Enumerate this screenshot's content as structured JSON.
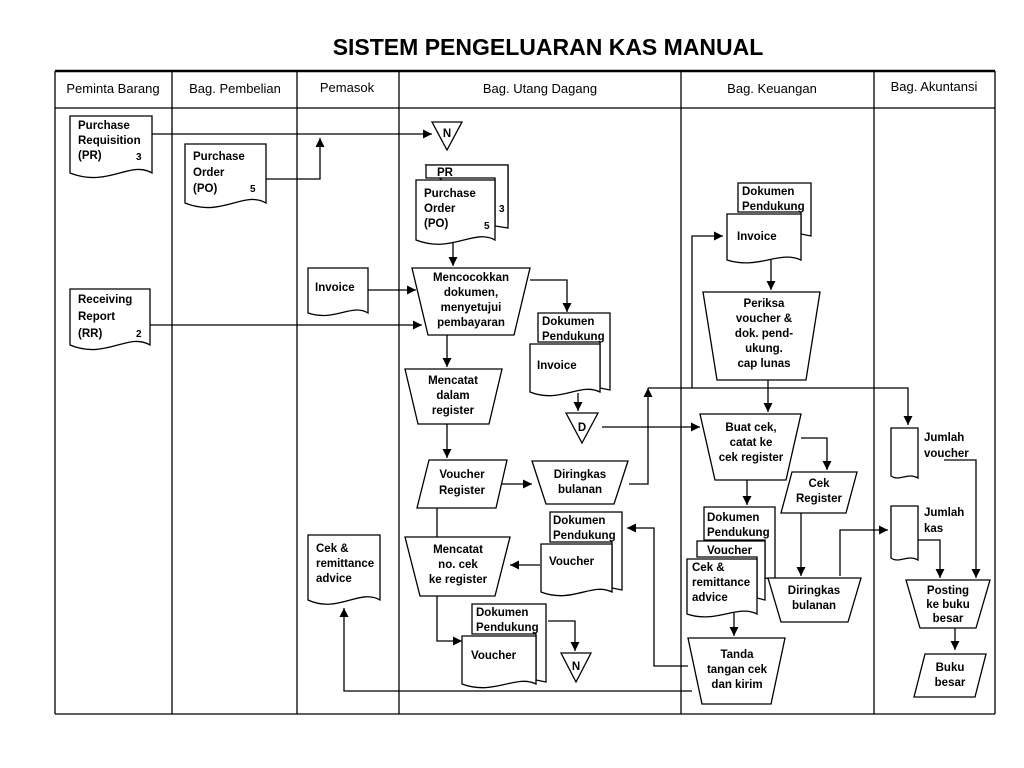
{
  "title": "SISTEM PENGELUARAN KAS MANUAL",
  "columns": [
    "Peminta Barang",
    "Bag. Pembelian",
    "Pemasok",
    "Bag. Utang Dagang",
    "Bag. Keuangan",
    "Bag. Akuntansi"
  ],
  "pr": {
    "lines": [
      "Purchase",
      "Requisition",
      "(PR)"
    ],
    "copy": "3"
  },
  "po_pembelian": {
    "lines": [
      "Purchase",
      "Order",
      "(PO)"
    ],
    "copy": "5"
  },
  "rr": {
    "lines": [
      "Receiving",
      "Report",
      "(RR)"
    ],
    "copy": "2"
  },
  "invoice_pemasok": "Invoice",
  "cek_pemasok": [
    "Cek &",
    "remittance",
    "advice"
  ],
  "file_n": "N",
  "file_d": "D",
  "pr_back": "PR",
  "po_ud": {
    "lines": [
      "Purchase",
      "Order",
      "(PO)"
    ],
    "copy_back": "3",
    "copy_front": "5"
  },
  "mencocokkan": [
    "Mencocokkan",
    "dokumen,",
    "menyetujui",
    "pembayaran"
  ],
  "mencatat_register": [
    "Mencatat",
    "dalam",
    "register"
  ],
  "voucher_register": [
    "Voucher",
    "Register"
  ],
  "diringkas_ud": [
    "Diringkas",
    "bulanan"
  ],
  "mencatat_cek": [
    "Mencatat",
    "no. cek",
    "ke register"
  ],
  "dok_pendukung": [
    "Dokumen",
    "Pendukung"
  ],
  "invoice": "Invoice",
  "voucher": "Voucher",
  "periksa": [
    "Periksa",
    "voucher &",
    "dok. pend-",
    "ukung.",
    "cap lunas"
  ],
  "buat_cek": [
    "Buat cek,",
    "catat ke",
    "cek register"
  ],
  "cek_register": [
    "Cek",
    "Register"
  ],
  "diringkas_keu": [
    "Diringkas",
    "bulanan"
  ],
  "cek_remit": [
    "Cek &",
    "remittance",
    "advice"
  ],
  "tanda_tangan": [
    "Tanda",
    "tangan cek",
    "dan kirim"
  ],
  "jumlah_voucher": [
    "Jumlah",
    "voucher"
  ],
  "jumlah_kas": [
    "Jumlah",
    "kas"
  ],
  "posting": [
    "Posting",
    "ke buku",
    "besar"
  ],
  "buku_besar": [
    "Buku",
    "besar"
  ]
}
